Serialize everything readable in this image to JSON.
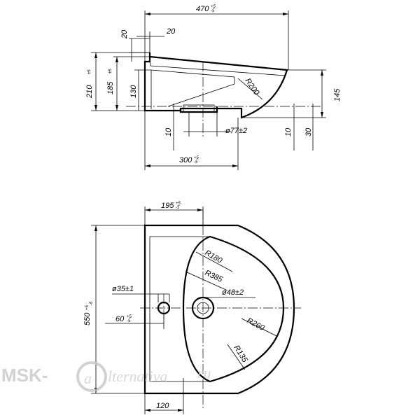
{
  "side_view": {
    "width_total": "470",
    "width_total_tol": "+5\n-5",
    "top_offset_v": "20",
    "top_offset_h": "20",
    "height_total": "210",
    "height_total_tol": "±5",
    "height_185": "185",
    "height_185_tol": "±5",
    "height_130": "130",
    "radius_front": "R200",
    "height_145": "145",
    "bottom_10_left": "10",
    "drain_diameter": "ø77±2",
    "bottom_10_right": "10",
    "bottom_30": "30",
    "depth_300": "300",
    "depth_300_tol": "+5\n-5"
  },
  "top_view": {
    "width_195": "195",
    "width_195_tol": "+5\n-5",
    "radius_180": "R180",
    "radius_385": "R385",
    "tap_hole": "ø35±1",
    "drain_hole": "ø48±2",
    "offset_60": "60",
    "offset_60_tol": "+5\n-5",
    "length_550": "550",
    "length_550_tol": "+5\n-5",
    "radius_260": "R260",
    "radius_135": "R135",
    "offset_120": "120"
  },
  "watermark": {
    "brand_left": "MSK-",
    "brand_right": "lternativa",
    "brand_suffix": "ru"
  }
}
